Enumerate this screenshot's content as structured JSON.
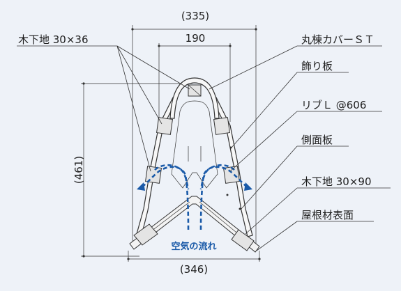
{
  "dimensions": {
    "overall_top": "(335)",
    "inner_top": "190",
    "height": "(461)",
    "bottom": "(346)"
  },
  "labels": {
    "wood_base_small": "木下地  30×36",
    "ridge_cover": "丸棟カバーＳＴ",
    "decor_plate": "飾り板",
    "rib": "リブＬ  @606",
    "side_plate": "側面板",
    "wood_base_large": "木下地  30×90",
    "roof_surface": "屋根材表面"
  },
  "airflow": {
    "label": "空気の流れ",
    "color": "#1a5aa8"
  }
}
